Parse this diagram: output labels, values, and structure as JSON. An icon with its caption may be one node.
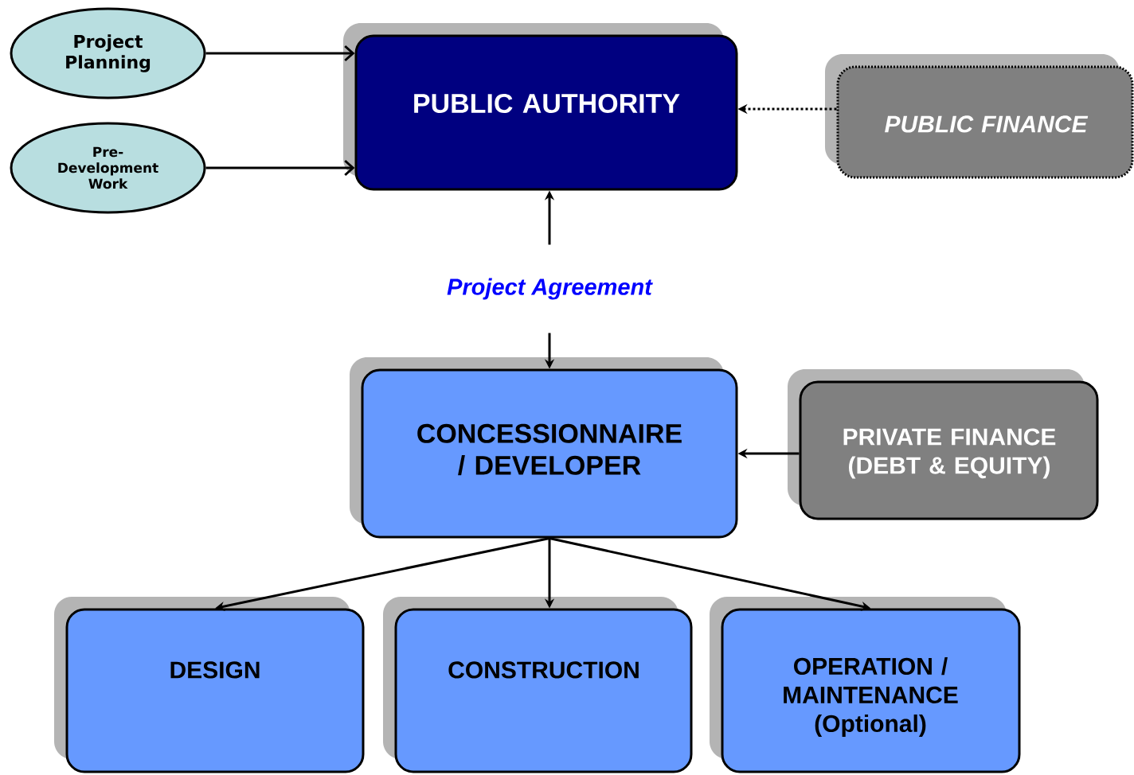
{
  "diagram": {
    "nodes": [
      {
        "text": [
          "Project Planning"
        ]
      },
      {
        "text": [
          "Pre-Development Work"
        ]
      },
      {
        "text": [
          "PUBLIC AUTHORITY"
        ]
      },
      {
        "text": [
          "PUBLIC FINANCE"
        ]
      },
      {
        "text": [
          "Project Agreement"
        ]
      },
      {
        "text": [
          "CONCESSIONNAIRE / DEVELOPER"
        ]
      },
      {
        "text": [
          "PRIVATE FINANCE (DEBT & EQUITY)"
        ]
      },
      {
        "text": [
          "DESIGN"
        ]
      },
      {
        "text": [
          "CONSTRUCTION"
        ]
      },
      {
        "text": [
          "OPERATION / MAINTENANCE (Optional)"
        ]
      }
    ],
    "edges": [
      {
        "from": 0,
        "to": 2,
        "arrow": "to"
      },
      {
        "from": 1,
        "to": 2,
        "arrow": "to"
      },
      {
        "from": 3,
        "to": 2,
        "arrow": "to",
        "style": "dashed"
      },
      {
        "from": 4,
        "to": 2,
        "arrow": "to"
      },
      {
        "from": 4,
        "to": 5,
        "arrow": "to"
      },
      {
        "from": 6,
        "to": 5,
        "arrow": "to"
      },
      {
        "from": 5,
        "to": 7,
        "arrow": "to"
      },
      {
        "from": 5,
        "to": 8,
        "arrow": "to"
      },
      {
        "from": 5,
        "to": 9,
        "arrow": "to"
      }
    ]
  }
}
